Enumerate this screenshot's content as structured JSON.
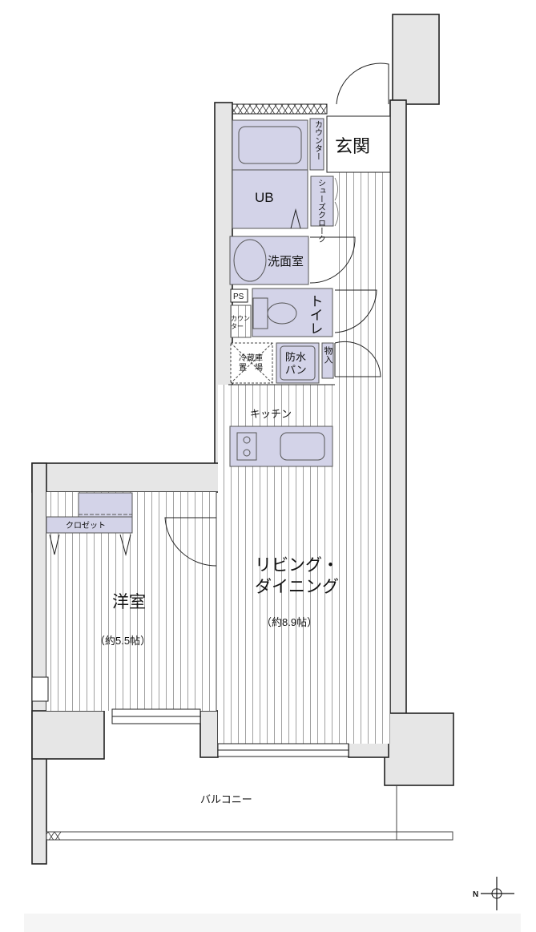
{
  "rooms": {
    "entrance": "玄関",
    "unit_bath": "UB",
    "counter_top": "カウンター",
    "shoe_closet": "シューズクローク",
    "washroom": "洗面室",
    "ps": "PS",
    "counter_small_1": "カウン",
    "counter_small_2": "ター",
    "toilet": "トイレ",
    "fridge_1": "冷蔵庫",
    "fridge_2": "置　場",
    "waterproof_pan_1": "防水",
    "waterproof_pan_2": "パン",
    "storage": "物入",
    "kitchen": "キッチン",
    "living_1": "リビング・",
    "living_2": "ダイニング",
    "living_size": "（約8.9帖）",
    "western_room": "洋室",
    "western_size": "（約5.5帖）",
    "closet": "クロゼット",
    "balcony": "バルコニー"
  },
  "compass": {
    "north_label": "N"
  },
  "colors": {
    "fixture": "#d3d3e8",
    "wall": "#e6e6e6"
  }
}
